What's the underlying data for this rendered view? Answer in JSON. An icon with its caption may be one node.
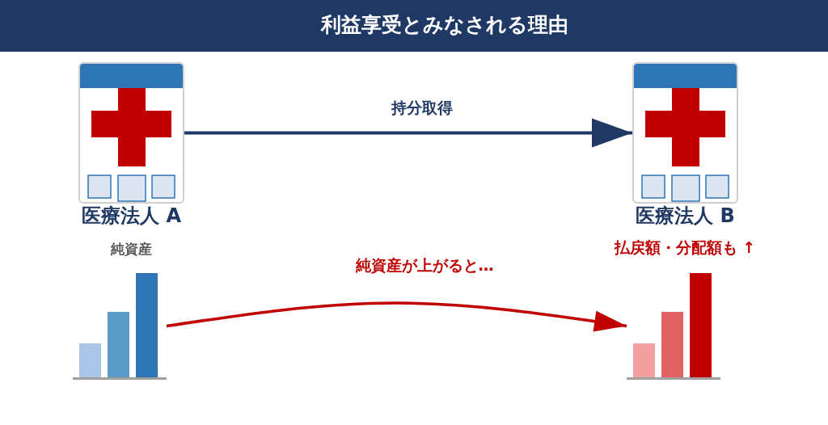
{
  "diagram": {
    "title": "利益享受とみなされる理由",
    "nodes": [
      {
        "text": [
          "医療法人 A"
        ]
      },
      {
        "text": [
          "医療法人 B"
        ]
      },
      {
        "text": [],
        "shape": "bar",
        "beside": [
          "純資産"
        ]
      },
      {
        "text": [],
        "shape": "bar",
        "beside": [
          "払戻額・分配額も ↑"
        ]
      }
    ],
    "edges": [
      {
        "from": 0,
        "to": 1,
        "arrow": "to",
        "label": "持分取得"
      },
      {
        "from": 2,
        "to": 3,
        "arrow": "to",
        "label": "純資産が上がると…",
        "color": "#c00000"
      }
    ]
  }
}
